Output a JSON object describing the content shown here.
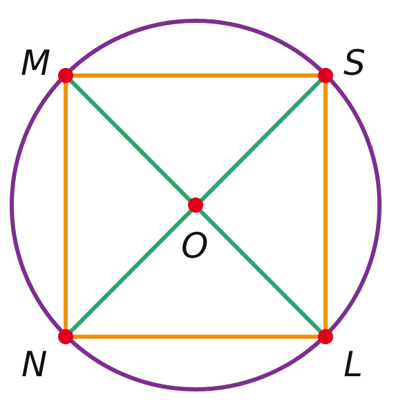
{
  "diagram": {
    "colors": {
      "circle": "#7B2F8E",
      "square": "#F0920E",
      "diagonals": "#2FA36B",
      "points": "#E0001B",
      "labels": "#111111",
      "background": "#FFFFFF"
    },
    "points": {
      "M": "M",
      "S": "S",
      "N": "N",
      "L": "L",
      "O": "O"
    }
  }
}
